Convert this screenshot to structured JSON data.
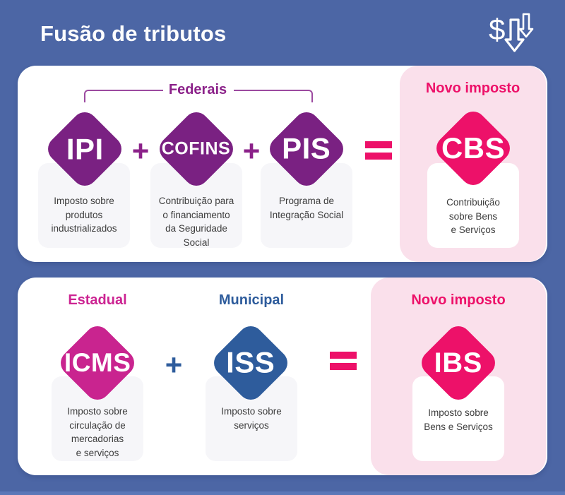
{
  "title": "Fusão de tributos",
  "icon": {
    "dollar": "$"
  },
  "operators": {
    "plus": "+",
    "equals": "="
  },
  "colors": {
    "background": "#4C66A5",
    "purple": "#7A2182",
    "magenta": "#C9248F",
    "blue": "#2E5C9C",
    "pink": "#ED1169",
    "panel_pink": "#FAE0EB",
    "card_white": "#FFFFFF",
    "box_gray": "#F6F6F9"
  },
  "federal": {
    "group_label": "Federais",
    "taxes": [
      {
        "code": "IPI",
        "description": "Imposto sobre\nprodutos\nindustrializados"
      },
      {
        "code": "COFINS",
        "description": "Contribuição para\no financiamento\nda Seguridade\nSocial"
      },
      {
        "code": "PIS",
        "description": "Programa de\nIntegração Social"
      }
    ],
    "result": {
      "panel_label": "Novo imposto",
      "code": "CBS",
      "description": "Contribuição\nsobre Bens\ne Serviços"
    }
  },
  "state_municipal": {
    "state_label": "Estadual",
    "municipal_label": "Municipal",
    "taxes": [
      {
        "code": "ICMS",
        "description": "Imposto sobre\ncirculação de\nmercadorias\ne serviços"
      },
      {
        "code": "ISS",
        "description": "Imposto sobre\nserviços"
      }
    ],
    "result": {
      "panel_label": "Novo imposto",
      "code": "IBS",
      "description": "Imposto sobre\nBens e Serviços"
    }
  }
}
